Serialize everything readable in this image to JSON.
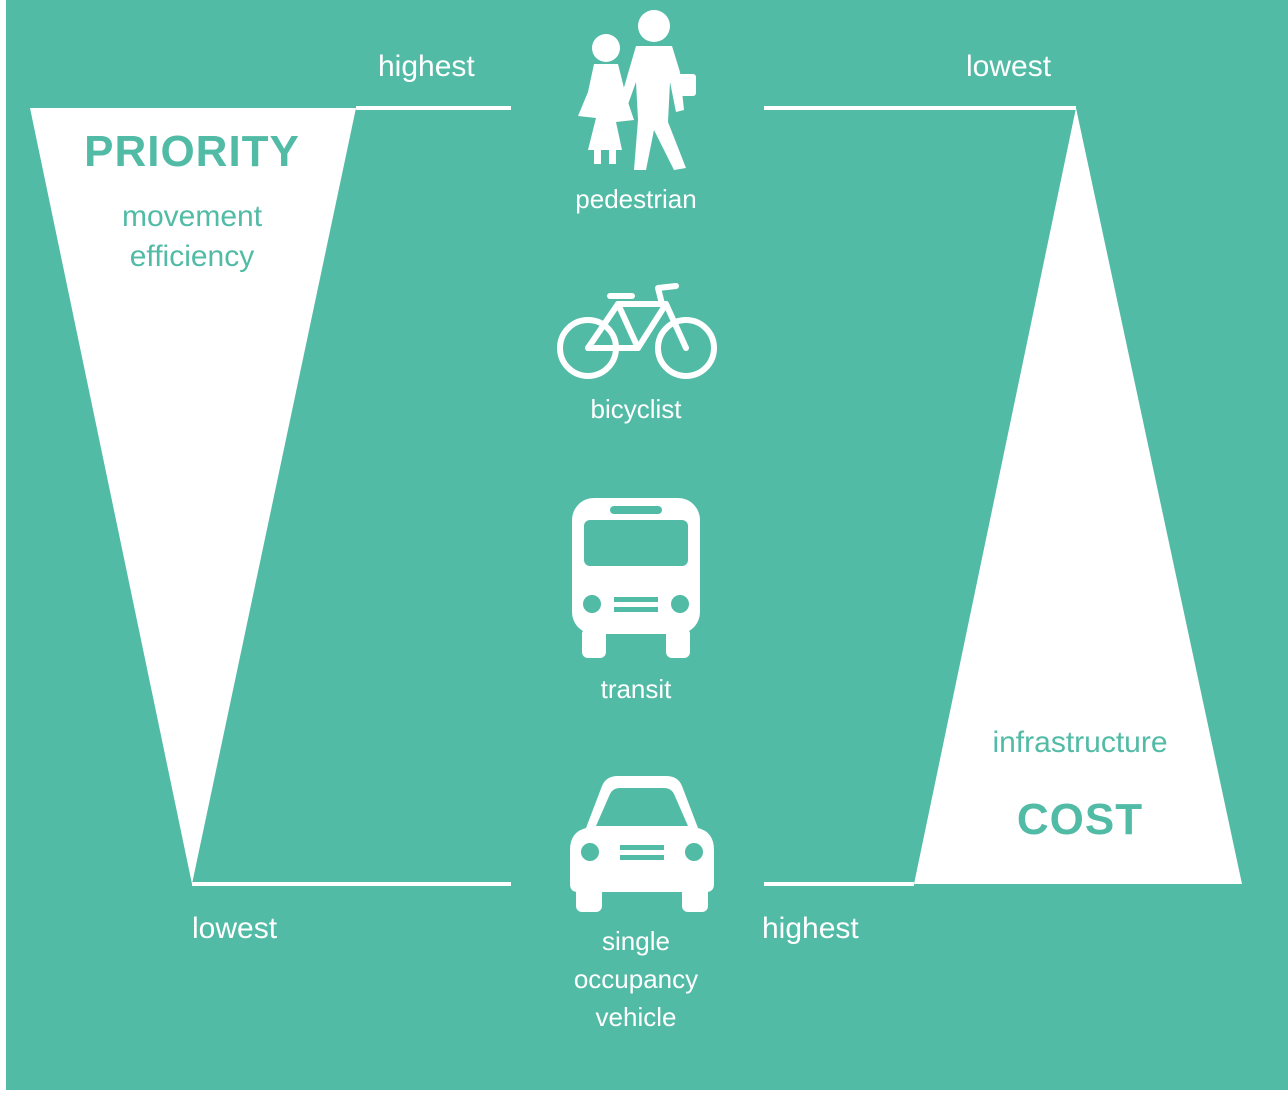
{
  "colors": {
    "background": "#52bba6",
    "shape": "#ffffff",
    "accent_text": "#52bba6"
  },
  "left_scale": {
    "title": "PRIORITY",
    "subtitle_line1": "movement",
    "subtitle_line2": "efficiency",
    "top_label": "highest",
    "bottom_label": "lowest"
  },
  "right_scale": {
    "title": "COST",
    "subtitle": "infrastructure",
    "top_label": "lowest",
    "bottom_label": "highest"
  },
  "modes": [
    {
      "icon": "pedestrian-icon",
      "label_lines": [
        "pedestrian"
      ]
    },
    {
      "icon": "bicycle-icon",
      "label_lines": [
        "bicyclist"
      ]
    },
    {
      "icon": "bus-icon",
      "label_lines": [
        "transit"
      ]
    },
    {
      "icon": "car-icon",
      "label_lines": [
        "single",
        "occupancy",
        "vehicle"
      ]
    }
  ]
}
